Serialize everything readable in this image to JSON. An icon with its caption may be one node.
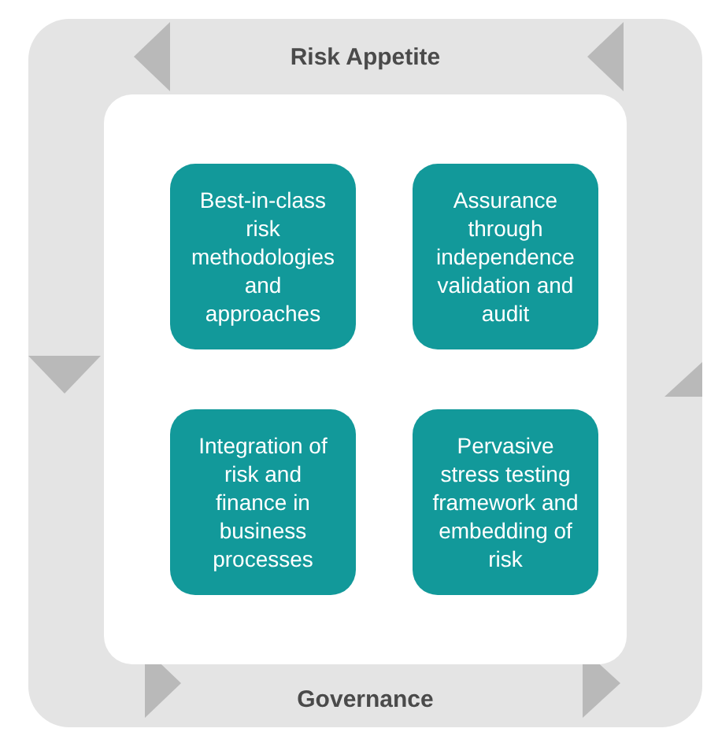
{
  "diagram": {
    "nodes": [
      {
        "text": [
          "Risk Appetite",
          "Governance"
        ]
      },
      {
        "text": [],
        "shape": "box",
        "in": 0
      },
      {
        "text": [
          "Best-in-class risk methodologies and approaches"
        ],
        "in": 1
      },
      {
        "text": [
          "Assurance through independence validation and audit"
        ],
        "in": 1
      },
      {
        "text": [
          "Integration of risk and finance in business processes"
        ],
        "in": 1
      },
      {
        "text": [
          "Pervasive stress testing framework and embedding of risk"
        ],
        "in": 1
      }
    ],
    "edges": []
  }
}
